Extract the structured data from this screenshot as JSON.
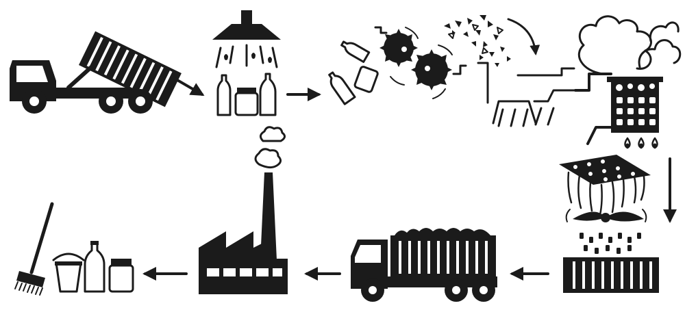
{
  "diagram": {
    "kind": "recycling-process-flow",
    "stages": [
      {
        "id": "collection",
        "icon": "dump-truck-icon"
      },
      {
        "id": "washing",
        "icon": "washing-shower-icon"
      },
      {
        "id": "shredding",
        "icon": "shredder-blades-icon"
      },
      {
        "id": "melting",
        "icon": "melting-vat-icon"
      },
      {
        "id": "pelletizing",
        "icon": "pellet-machine-icon"
      },
      {
        "id": "transport",
        "icon": "cargo-truck-icon"
      },
      {
        "id": "manufacturing",
        "icon": "factory-icon"
      },
      {
        "id": "new-products",
        "icon": "recycled-products-icon"
      }
    ],
    "arrow_directions": [
      "right",
      "right",
      "down",
      "left",
      "left",
      "left"
    ],
    "colors": {
      "ink": "#1b1b1b",
      "paper": "#ffffff"
    }
  }
}
